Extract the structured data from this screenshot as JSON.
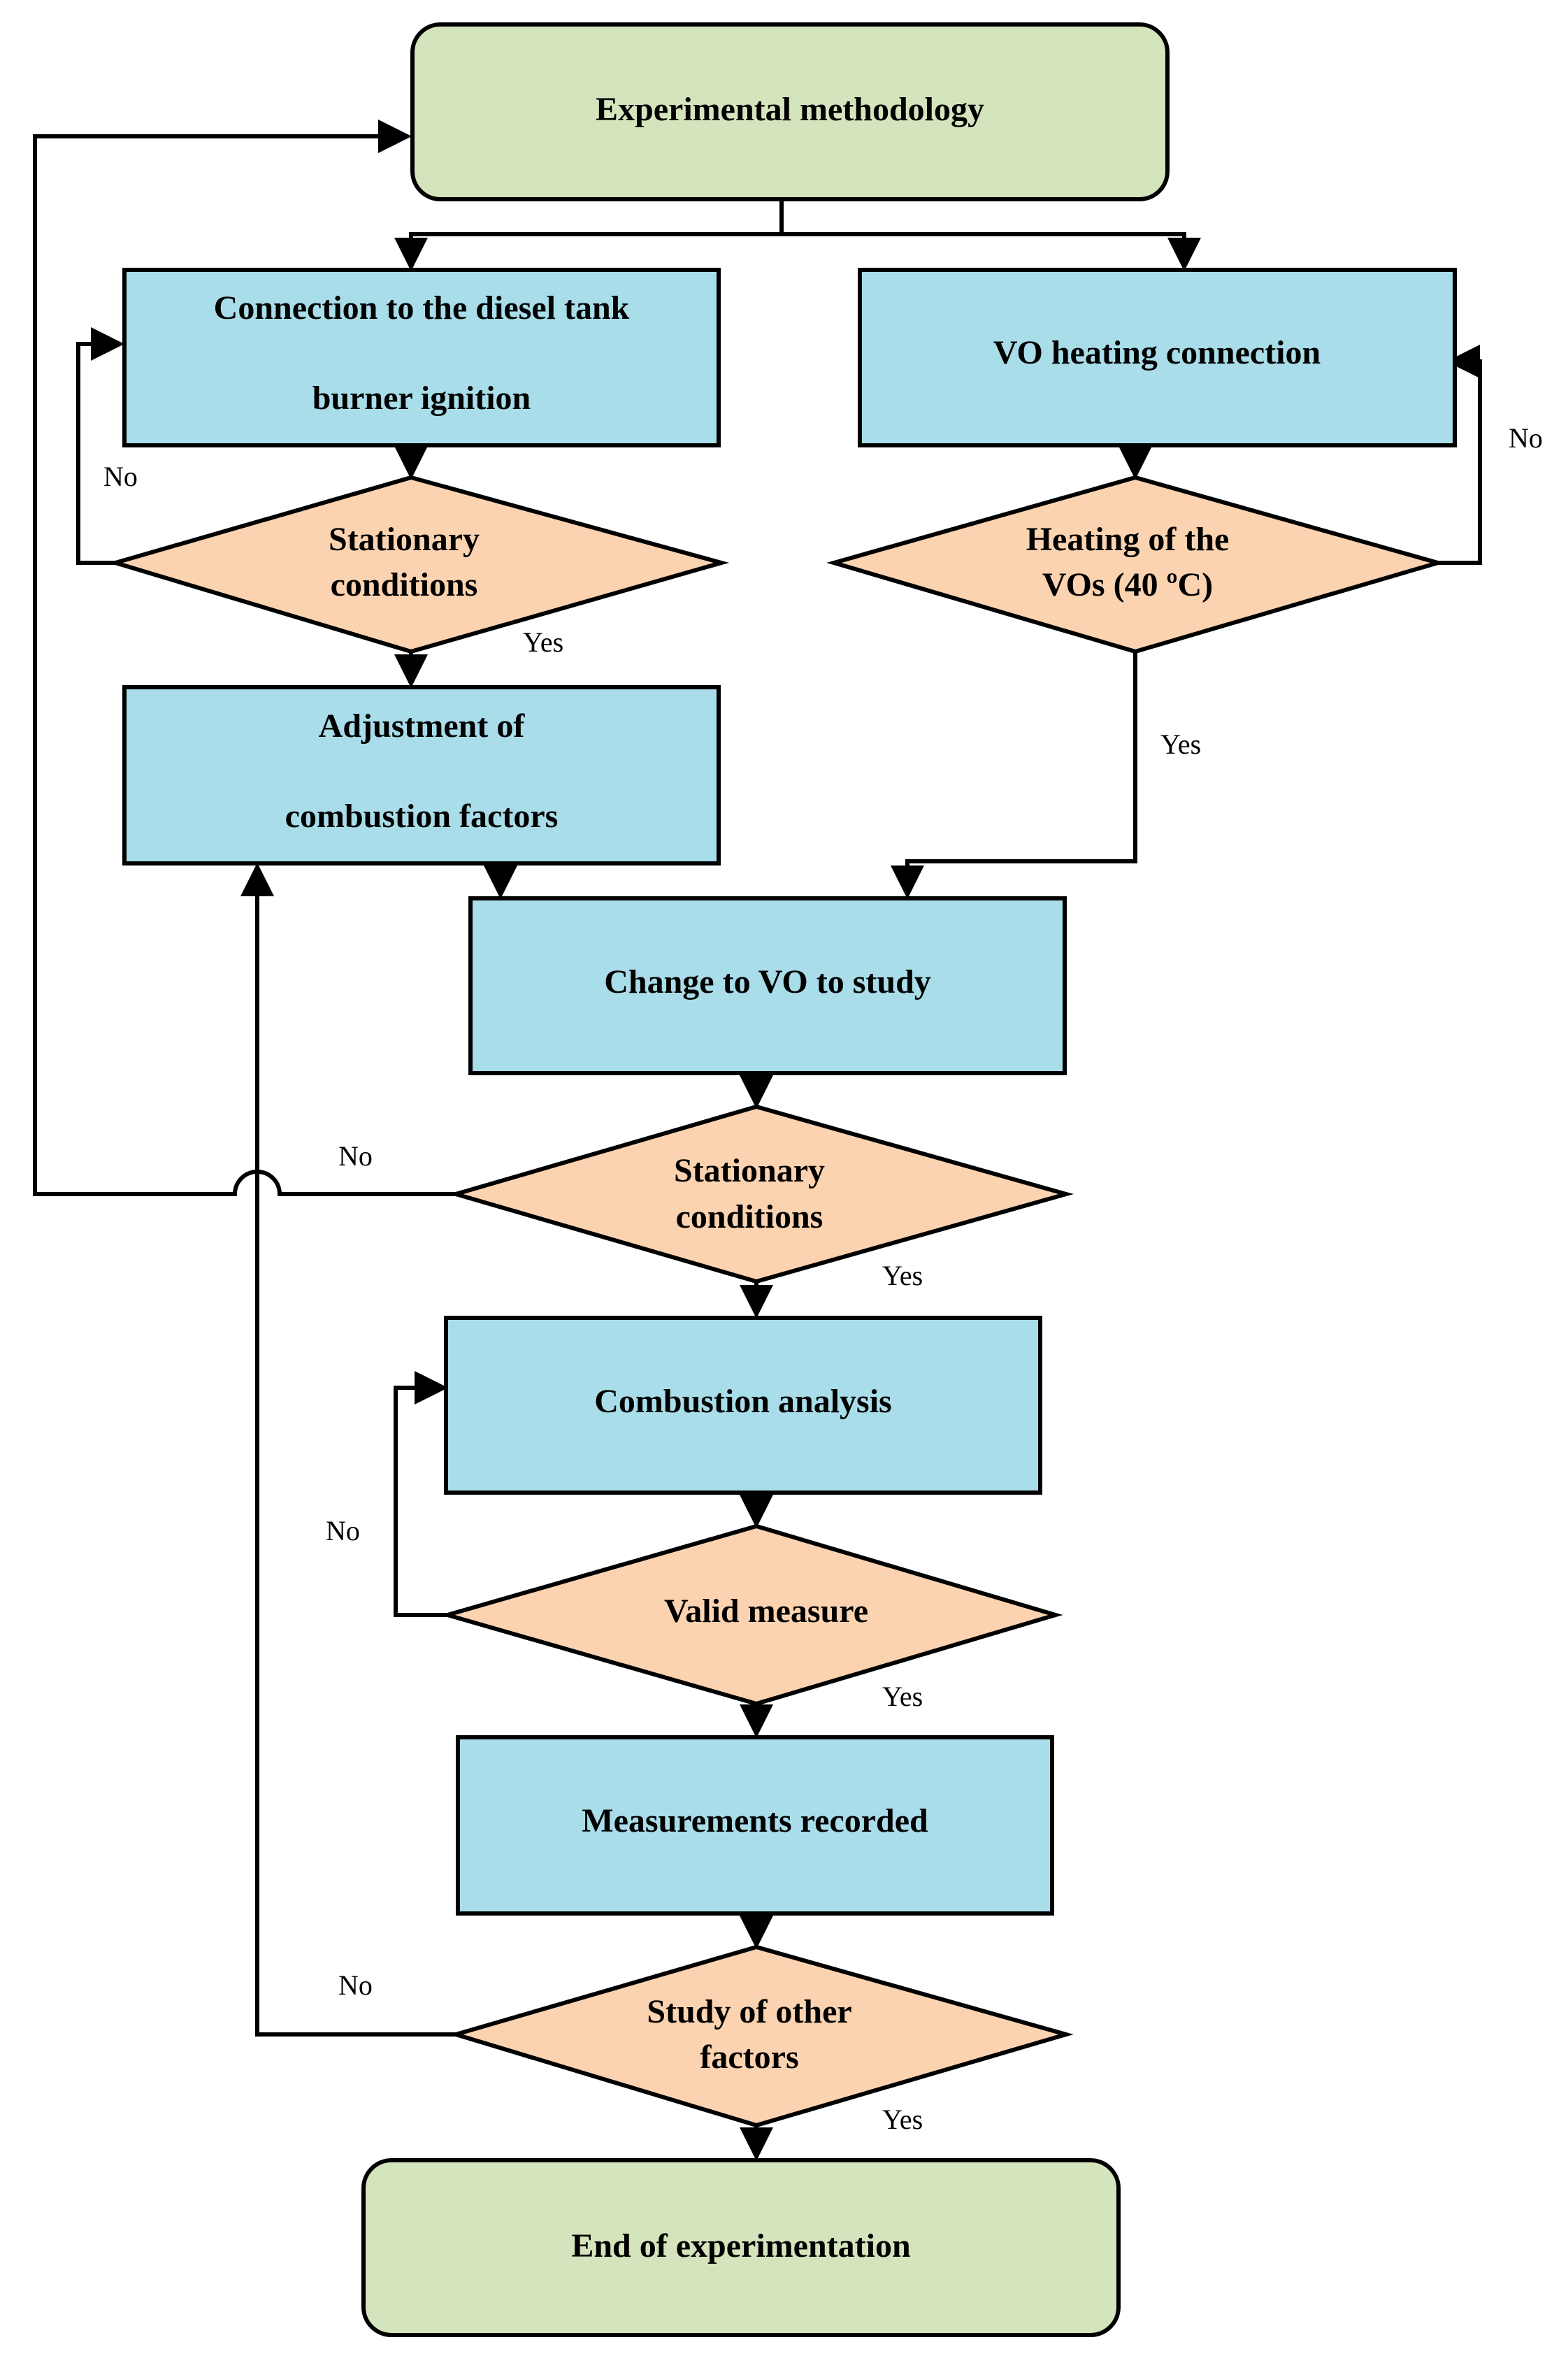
{
  "nodes": {
    "start": {
      "type": "terminal",
      "lines": [
        "Experimental methodology"
      ]
    },
    "diesel": {
      "type": "process",
      "lines": [
        "Connection to the diesel tank",
        "burner ignition"
      ]
    },
    "vo_heating": {
      "type": "process",
      "lines": [
        "VO heating connection"
      ]
    },
    "stationary1": {
      "type": "decision",
      "lines": [
        "Stationary",
        "conditions"
      ]
    },
    "heating_vos": {
      "type": "decision",
      "lines": [
        "Heating of the",
        "VOs (40 ºC)"
      ]
    },
    "adjustment": {
      "type": "process",
      "lines": [
        "Adjustment of",
        "combustion factors"
      ]
    },
    "change_vo": {
      "type": "process",
      "lines": [
        "Change to VO to study"
      ]
    },
    "stationary2": {
      "type": "decision",
      "lines": [
        "Stationary",
        "conditions"
      ]
    },
    "combustion": {
      "type": "process",
      "lines": [
        "Combustion analysis"
      ]
    },
    "valid": {
      "type": "decision",
      "lines": [
        "Valid measure"
      ]
    },
    "recorded": {
      "type": "process",
      "lines": [
        "Measurements recorded"
      ]
    },
    "other": {
      "type": "decision",
      "lines": [
        "Study of other",
        "factors"
      ]
    },
    "end": {
      "type": "terminal",
      "lines": [
        "End of experimentation"
      ]
    }
  },
  "edge_labels": {
    "no_stationary1": "No",
    "yes_stationary1": "Yes",
    "no_heating": "No",
    "yes_heating": "Yes",
    "no_stationary2": "No",
    "yes_stationary2": "Yes",
    "no_valid": "No",
    "yes_valid": "Yes",
    "no_other": "No",
    "yes_other": "Yes"
  }
}
